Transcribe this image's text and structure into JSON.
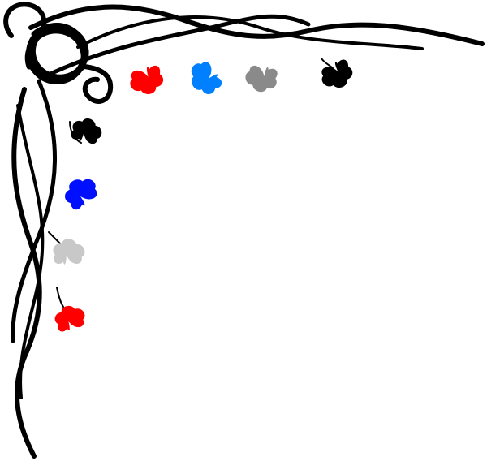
{
  "image": {
    "background": "#ffffff",
    "subject": "celtic-knot-corner-border",
    "vine_color": "#000000",
    "leaf_palette": {
      "red": "#ff0000",
      "blue": "#0080ff",
      "dark_blue": "#0010ff",
      "gray": "#8a8a8a",
      "light_gray": "#c8c8c8",
      "black": "#000000"
    },
    "top_leaves": [
      "red",
      "blue",
      "gray",
      "black"
    ],
    "side_leaves": [
      "black",
      "dark_blue",
      "light_gray",
      "red"
    ]
  }
}
